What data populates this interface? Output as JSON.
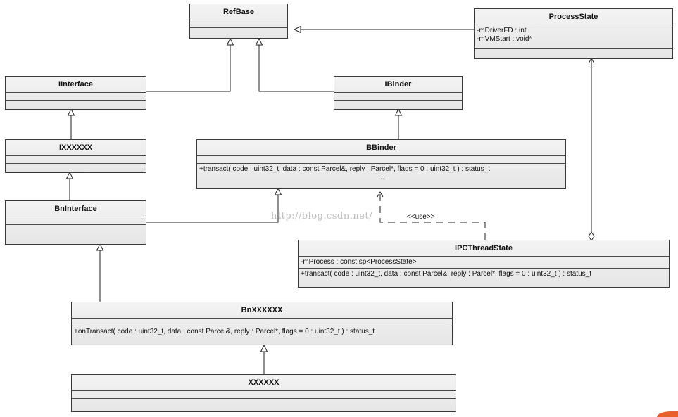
{
  "classes": {
    "refbase": {
      "name": "RefBase"
    },
    "processstate": {
      "name": "ProcessState",
      "attributes": [
        "-mDriverFD : int",
        "-mVMStart : void*"
      ]
    },
    "iinterface": {
      "name": "IInterface"
    },
    "ibinder": {
      "name": "IBinder"
    },
    "ixxxxxx": {
      "name": "IXXXXXX"
    },
    "bbinder": {
      "name": "BBinder",
      "operations": [
        "+transact( code : uint32_t, data : const Parcel&, reply : Parcel*, flags = 0 : uint32_t ) : status_t",
        "..."
      ]
    },
    "bninterface": {
      "name": "BnInterface"
    },
    "ipcthreadstate": {
      "name": "IPCThreadState",
      "attributes": [
        "-mProcess : const sp<ProcessState>"
      ],
      "operations": [
        "+transact( code : uint32_t, data : const Parcel&, reply : Parcel*, flags = 0 : uint32_t ) : status_t"
      ]
    },
    "bnxxxxxx": {
      "name": "BnXXXXXX",
      "operations": [
        "+onTransact( code : uint32_t, data : const Parcel&, reply : Parcel*, flags = 0 : uint32_t ) : status_t"
      ]
    },
    "xxxxxx": {
      "name": "XXXXXX"
    }
  },
  "relations": {
    "use_stereotype": "<<use>>"
  },
  "watermark": "http://blog.csdn.net/"
}
